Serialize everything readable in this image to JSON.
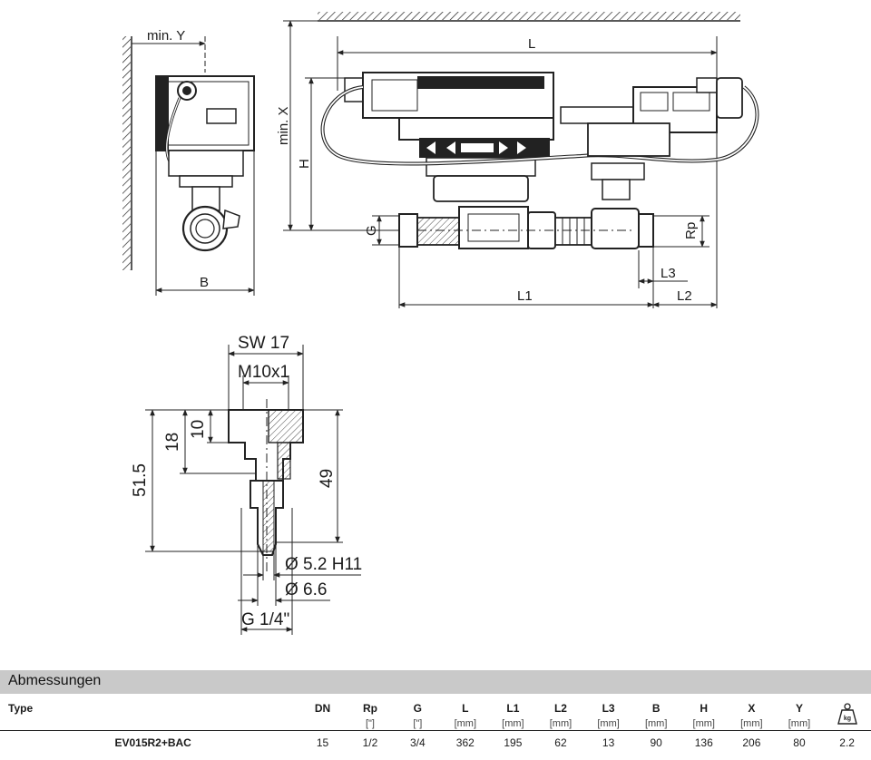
{
  "drawing": {
    "labels": {
      "min_y": "min. Y",
      "b": "B",
      "min_x": "min. X",
      "h": "H",
      "l": "L",
      "g": "G",
      "rp": "Rp",
      "l1": "L1",
      "l2": "L2",
      "l3": "L3",
      "sw": "SW 17",
      "thread": "M10x1",
      "d18": "18",
      "d10": "10",
      "d515": "51.5",
      "d49": "49",
      "bore": "Ø 5.2 H11",
      "dia": "Ø 6.6",
      "g14": "G 1/4\""
    }
  },
  "table": {
    "section_title": "Abmessungen",
    "columns": [
      {
        "key": "type",
        "label": "Type",
        "unit": ""
      },
      {
        "key": "dn",
        "label": "DN",
        "unit": ""
      },
      {
        "key": "rp",
        "label": "Rp",
        "unit": "[\"]"
      },
      {
        "key": "g",
        "label": "G",
        "unit": "[\"]"
      },
      {
        "key": "l",
        "label": "L",
        "unit": "[mm]"
      },
      {
        "key": "l1",
        "label": "L1",
        "unit": "[mm]"
      },
      {
        "key": "l2",
        "label": "L2",
        "unit": "[mm]"
      },
      {
        "key": "l3",
        "label": "L3",
        "unit": "[mm]"
      },
      {
        "key": "b",
        "label": "B",
        "unit": "[mm]"
      },
      {
        "key": "h",
        "label": "H",
        "unit": "[mm]"
      },
      {
        "key": "x",
        "label": "X",
        "unit": "[mm]"
      },
      {
        "key": "y",
        "label": "Y",
        "unit": "[mm]"
      },
      {
        "key": "kg",
        "label": "kg",
        "unit": ""
      }
    ],
    "rows": [
      [
        "EV015R2+BAC",
        "15",
        "1/2",
        "3/4",
        "362",
        "195",
        "62",
        "13",
        "90",
        "136",
        "206",
        "80",
        "2.2"
      ]
    ],
    "weight_icon": "weight-kg-icon"
  }
}
